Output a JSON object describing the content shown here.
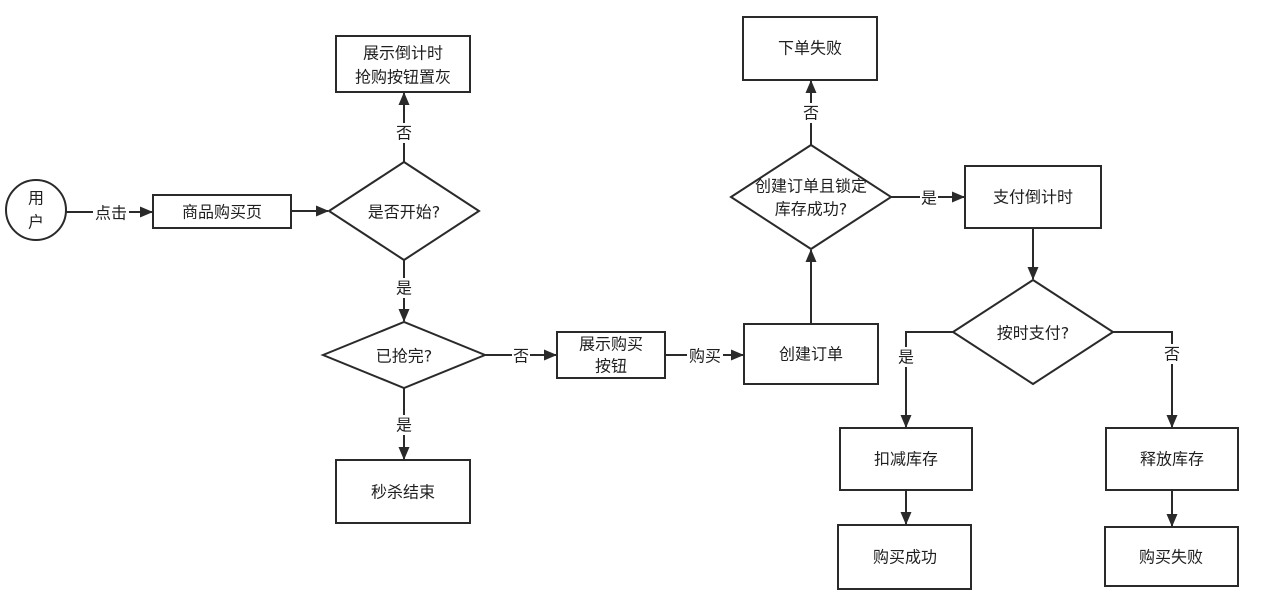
{
  "diagram": {
    "nodes": {
      "user": {
        "line1": "用",
        "line2": "户"
      },
      "product_page": {
        "label": "商品购买页"
      },
      "is_started": {
        "label": "是否开始?"
      },
      "show_countdown": {
        "line1": "展示倒计时",
        "line2": "抢购按钮置灰"
      },
      "is_sold_out": {
        "label": "已抢完?"
      },
      "show_buy_button": {
        "line1": "展示购买",
        "line2": "按钮"
      },
      "flash_sale_end": {
        "label": "秒杀结束"
      },
      "create_order": {
        "label": "创建订单"
      },
      "order_locked": {
        "line1": "创建订单且锁定",
        "line2": "库存成功?"
      },
      "order_failed": {
        "label": "下单失败"
      },
      "payment_countdown": {
        "label": "支付倒计时"
      },
      "paid_on_time": {
        "label": "按时支付?"
      },
      "deduct_stock": {
        "label": "扣减库存"
      },
      "purchase_success": {
        "label": "购买成功"
      },
      "release_stock": {
        "label": "释放库存"
      },
      "purchase_failed": {
        "label": "购买失败"
      }
    },
    "edges": {
      "user_to_product_page": "点击",
      "started_no": "否",
      "started_yes": "是",
      "sold_out_no": "否",
      "sold_out_yes": "是",
      "buy": "购买",
      "order_locked_no": "否",
      "order_locked_yes": "是",
      "paid_yes": "是",
      "paid_no": "否"
    }
  },
  "colors": {
    "background": "#ffffff",
    "stroke": "#2a2a2a",
    "text": "#1f1f1f"
  }
}
